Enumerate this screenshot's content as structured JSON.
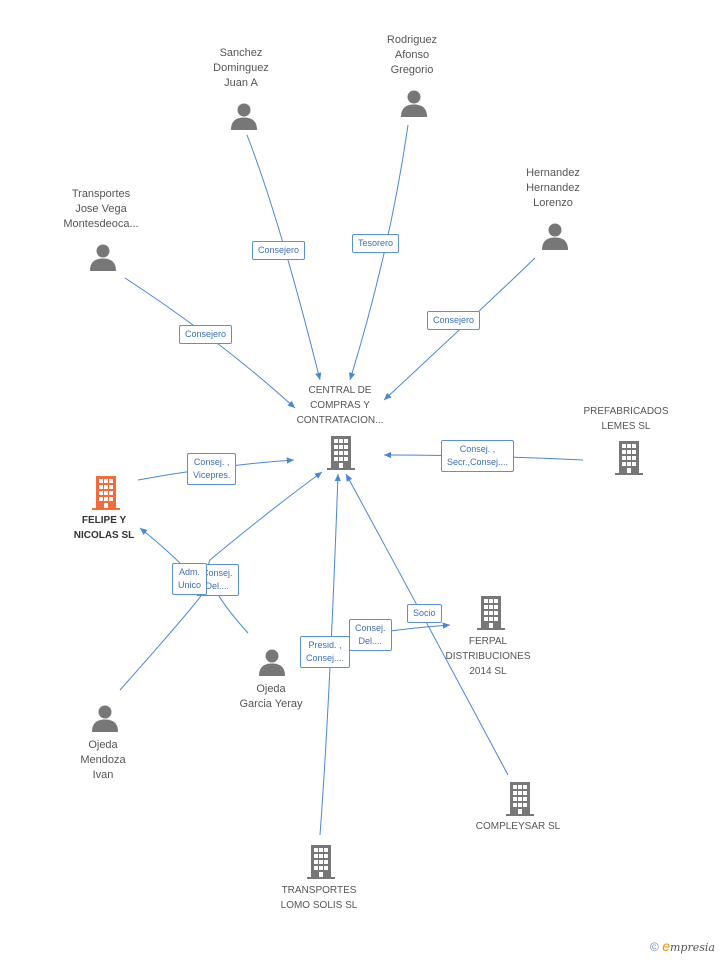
{
  "colors": {
    "edge": "#4a86d8",
    "icon": "#777777",
    "highlight": "#f26b3a"
  },
  "nodes": {
    "central": {
      "label": "CENTRAL DE\nCOMPRAS Y\nCONTRATACION...",
      "icon": "building-icon"
    },
    "sanchez": {
      "label": "Sanchez\nDominguez\nJuan A",
      "icon": "person-icon"
    },
    "rodriguez": {
      "label": "Rodriguez\nAfonso\nGregorio",
      "icon": "person-icon"
    },
    "transportes_jose": {
      "label": "Transportes\nJose Vega\nMontesdeoca...",
      "icon": "person-icon"
    },
    "hernandez": {
      "label": "Hernandez\nHernandez\nLorenzo",
      "icon": "person-icon"
    },
    "prefabricados": {
      "label": "PREFABRICADOS\nLEMES  SL",
      "icon": "building-icon"
    },
    "felipe": {
      "label": "FELIPE Y\nNICOLAS SL",
      "icon": "building-icon"
    },
    "ferpal": {
      "label": "FERPAL\nDISTRIBUCIONES\n2014  SL",
      "icon": "building-icon"
    },
    "ojeda_garcia": {
      "label": "Ojeda\nGarcia Yeray",
      "icon": "person-icon"
    },
    "ojeda_mendoza": {
      "label": "Ojeda\nMendoza\nIvan",
      "icon": "person-icon"
    },
    "compleysar": {
      "label": "COMPLEYSAR SL",
      "icon": "building-icon"
    },
    "transportes_lomo": {
      "label": "TRANSPORTES\nLOMO SOLIS  SL",
      "icon": "building-icon"
    }
  },
  "edges": {
    "e1": "Consejero",
    "e2": "Tesorero",
    "e3": "Consejero",
    "e4": "Consejero",
    "e5": "Consej. ,\nSecr.,Consej....",
    "e6": "Consej. ,\nVicepres.",
    "e7a": "Consej.\nDel....",
    "e7b": "Adm.\nUnico",
    "e8": "Presid. ,\nConsej....",
    "e9": "Consej.\nDel....",
    "e10": "Socio"
  },
  "footer": {
    "copyright": "©",
    "brand_e": "e",
    "brand_rest": "mpresia"
  }
}
